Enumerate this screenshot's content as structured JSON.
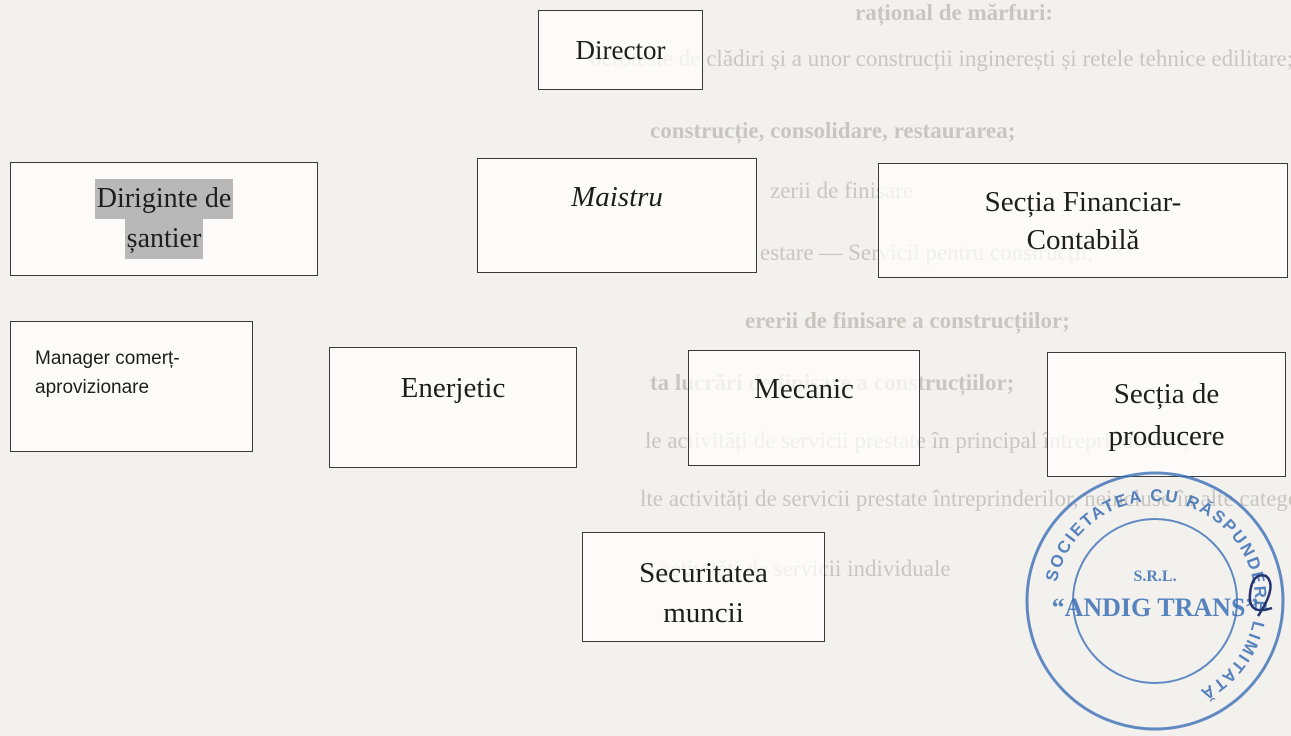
{
  "background_text": [
    {
      "text": "rațional de mărfuri:",
      "bold": true
    },
    {
      "text": "ocroteste de clădiri și a unor construcții inginerești și retele tehnice edilitare;"
    },
    {
      "text": "construcție, consolidare, restaurarea;"
    },
    {
      "text": "zerii de finisare"
    },
    {
      "text": "estare — Servicii pentru construcții;"
    },
    {
      "text": "ererii de finisare a construcțiilor;"
    },
    {
      "text": "ta lucrări de finisare a construcțiilor;"
    },
    {
      "text": "le activități de servicii prestate în principal întreprinderilor;"
    },
    {
      "text": "lte activități de servicii prestate întreprinderilor, neincluse în alte categorii;"
    },
    {
      "text": "activități de servicii individuale"
    }
  ],
  "org": {
    "director": "Director",
    "diriginte_line1": "Diriginte de",
    "diriginte_line2": "șantier",
    "maistru": "Maistru",
    "financiar_line1": "Secția Financiar-",
    "financiar_line2": "Contabilă",
    "manager_line1": "Manager comerț-",
    "manager_line2": "aprovizionare",
    "enerjetic": "Enerjetic",
    "mecanic": "Mecanic",
    "productie_line1": "Secția de",
    "productie_line2": "producere",
    "securitate_line1": "Securitatea",
    "securitate_line2": "muncii"
  },
  "stamp": {
    "ring_text": "SOCIETATEA CU RĂSPUNDERE LIMITATĂ",
    "type": "S.R.L.",
    "name": "“ANDIG TRANS”",
    "color": "#3b6fb6"
  }
}
